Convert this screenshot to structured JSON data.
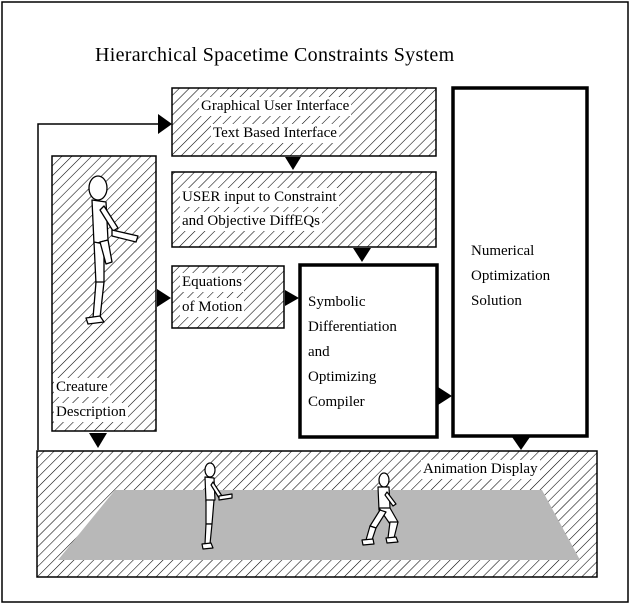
{
  "diagram": {
    "title": "Hierarchical Spacetime Constraints System",
    "boxes": {
      "gui": {
        "line1": "Graphical User Interface",
        "line2": "Text Based Interface"
      },
      "user_input": {
        "line1": "USER input to Constraint",
        "line2": "and Objective DiffEQs"
      },
      "equations": {
        "line1": "Equations",
        "line2": "of Motion"
      },
      "symbolic": {
        "line1": "Symbolic",
        "line2": "Differentiation",
        "line3": "and",
        "line4": "Optimizing",
        "line5": "Compiler"
      },
      "numerical": {
        "line1": "Numerical",
        "line2": "Optimization",
        "line3": "Solution"
      },
      "creature": {
        "line1": "Creature",
        "line2": "Description"
      },
      "animation": {
        "label": "Animation Display"
      }
    },
    "colors": {
      "hatch": "#000000",
      "floor": "#b8b8b8",
      "frame": "#000000",
      "figure": "#ffffff"
    }
  }
}
